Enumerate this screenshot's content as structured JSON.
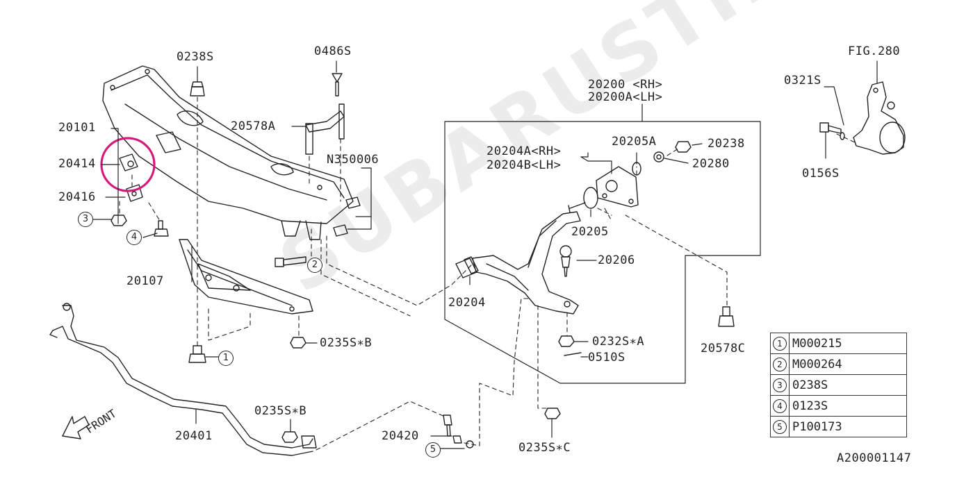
{
  "colors": {
    "highlight": "#d4197a",
    "line": "#222222"
  },
  "labels": {
    "p0238s_top": "0238S",
    "p0486s": "0486S",
    "p20578a": "20578A",
    "pn350006": "N350006",
    "p20101": "20101",
    "p20414": "20414",
    "p20416": "20416",
    "p20107": "20107",
    "p0235sb_mid": "0235S∗B",
    "p20401": "20401",
    "p0235sb_bot": "0235S∗B",
    "p20420": "20420",
    "p0235sc": "0235S∗C",
    "p20200": "20200 <RH>",
    "p20200a": "20200A<LH>",
    "p20204a": "20204A<RH>",
    "p20204b": "20204B<LH>",
    "p20205a": "20205A",
    "p20238": "20238",
    "p20280": "20280",
    "p20205": "20205",
    "p20206": "20206",
    "p20204": "20204",
    "p0232sa": "0232S∗A",
    "p0510s": "0510S",
    "p20578c": "20578C",
    "pfig280": "FIG.280",
    "p0321s": "0321S",
    "p0156s": "0156S",
    "front": "FRONT",
    "drawing_id": "A200001147"
  },
  "refs": {
    "r1": "1",
    "r2": "2",
    "r3": "3",
    "r4": "4",
    "r5": "5"
  },
  "legend": [
    {
      "num": "1",
      "code": "M000215"
    },
    {
      "num": "2",
      "code": "M000264"
    },
    {
      "num": "3",
      "code": "0238S"
    },
    {
      "num": "4",
      "code": "0123S"
    },
    {
      "num": "5",
      "code": "P100173"
    }
  ],
  "watermark": "SUBARUSTI.cz"
}
